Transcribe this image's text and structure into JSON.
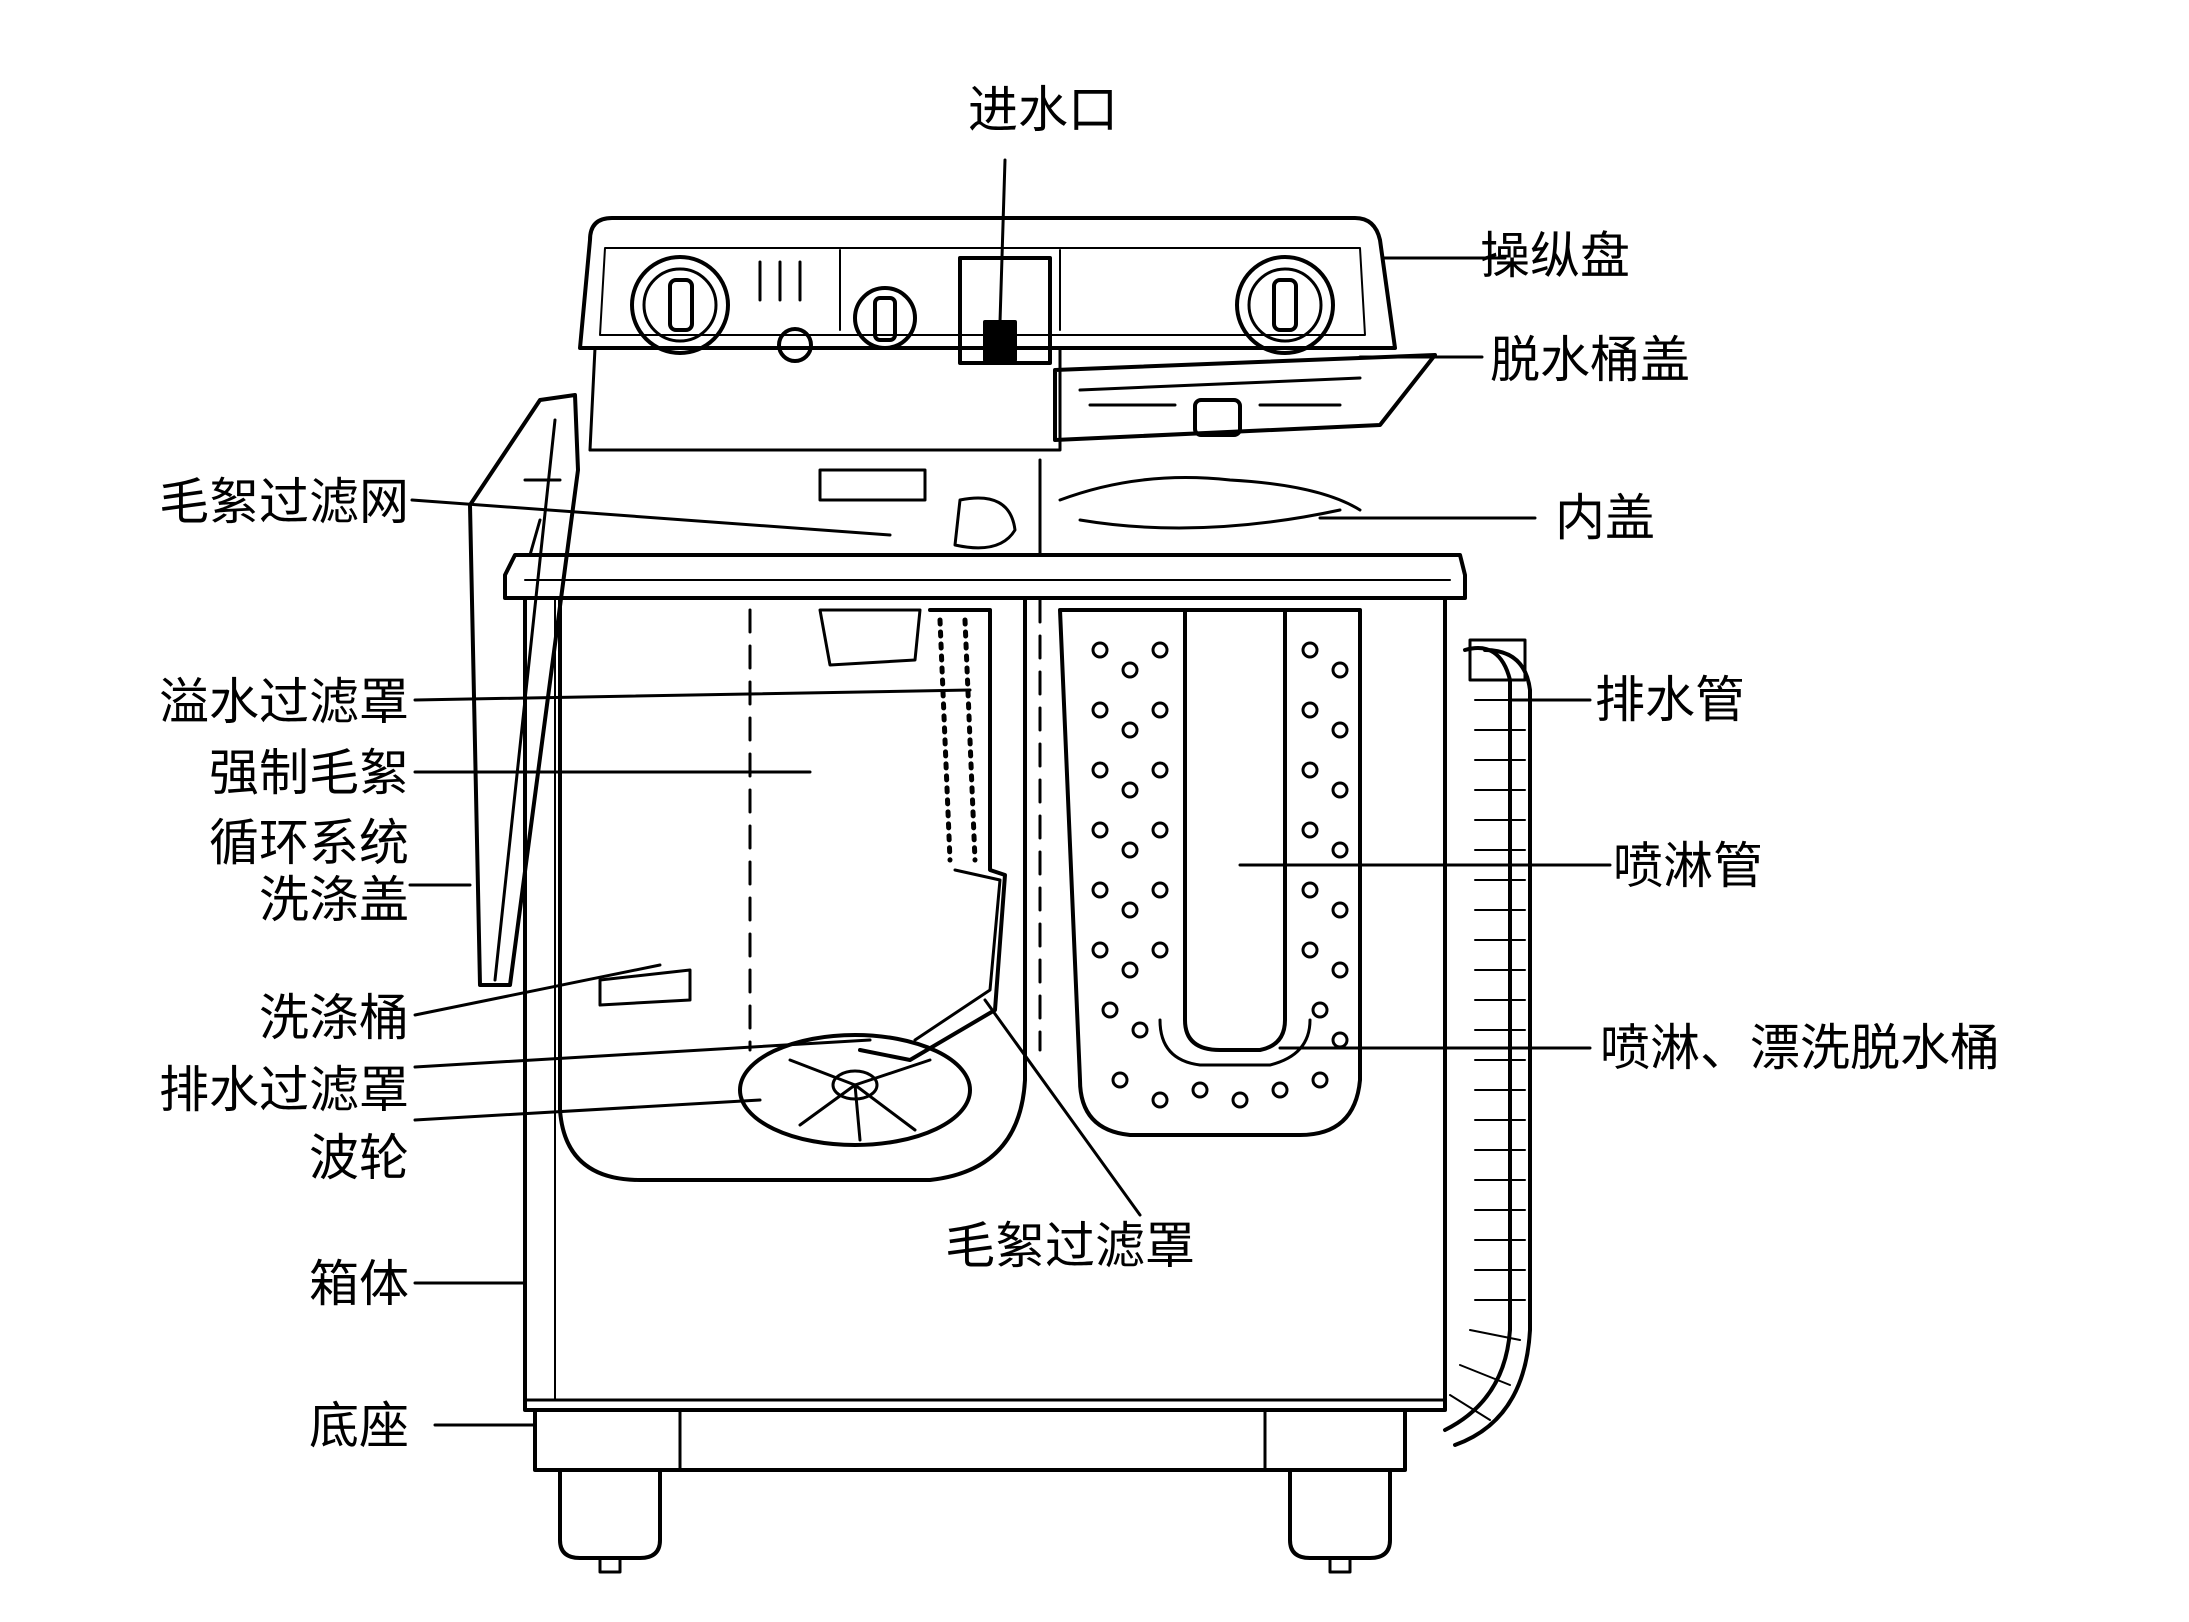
{
  "labels": {
    "water_inlet": "进水口",
    "control_panel": "操纵盘",
    "spin_tub_lid": "脱水桶盖",
    "inner_lid": "内盖",
    "drain_hose": "排水管",
    "spray_pipe": "喷淋管",
    "spray_rinse_spin_tub": "喷淋、漂洗脱水桶",
    "lint_filter_net": "毛絮过滤网",
    "overflow_filter_cover": "溢水过滤罩",
    "forced_lint_circulation_line1": "强制毛絮",
    "forced_lint_circulation_line2": "循环系统",
    "wash_lid": "洗涤盖",
    "wash_tub": "洗涤桶",
    "drain_filter_cover": "排水过滤罩",
    "pulsator": "波轮",
    "lint_filter_cover": "毛絮过滤罩",
    "cabinet": "箱体",
    "base": "底座"
  },
  "colors": {
    "ink": "#000000",
    "paper": "#ffffff"
  }
}
